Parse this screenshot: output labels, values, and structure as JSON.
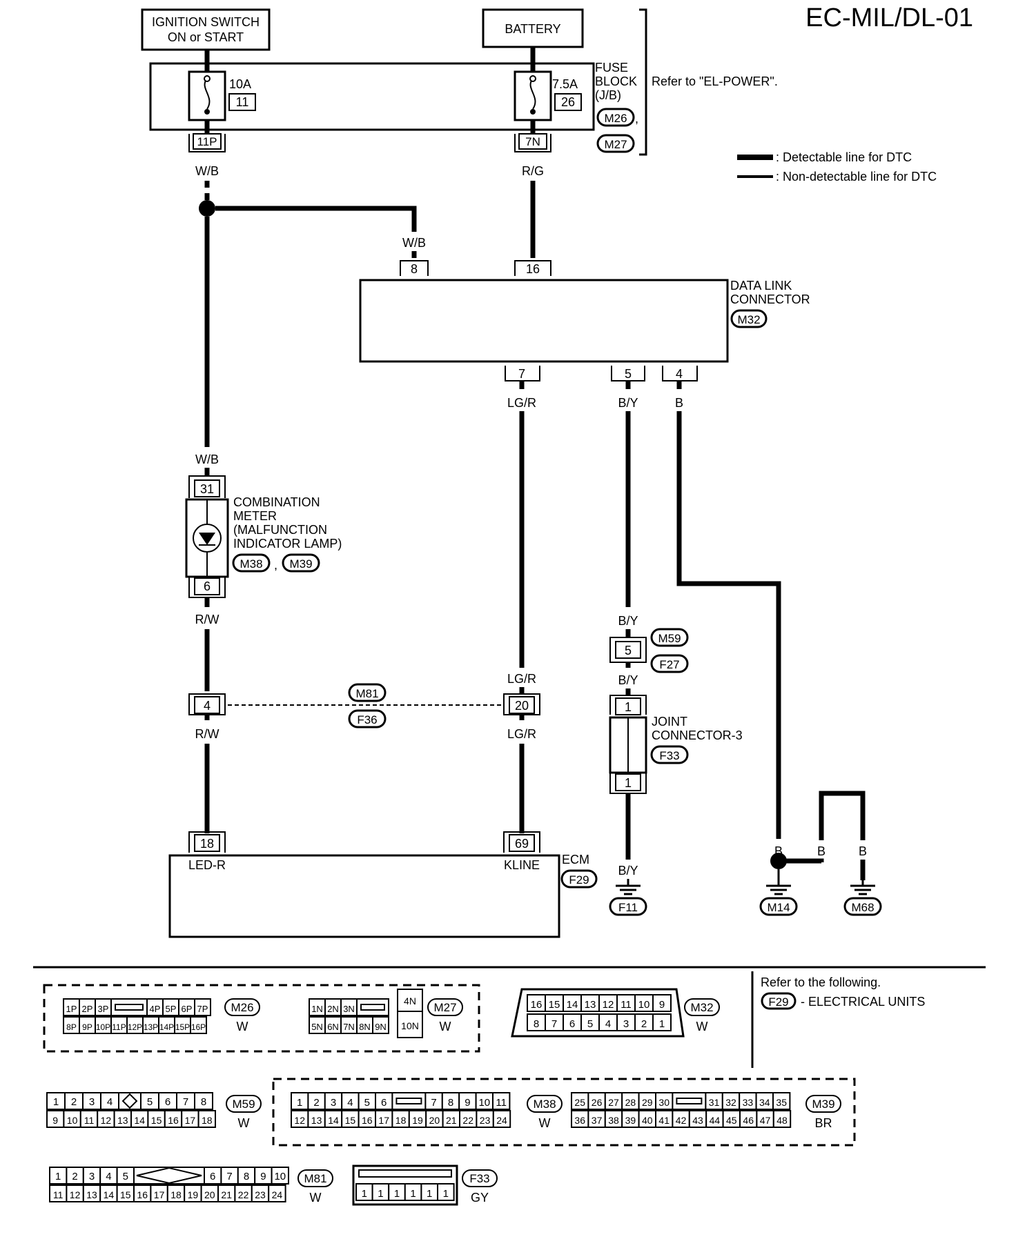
{
  "title": "EC-MIL/DL-01",
  "sources": {
    "ignition_switch": [
      "IGNITION SWITCH",
      "ON or START"
    ],
    "battery": "BATTERY"
  },
  "fuse_block": {
    "label": [
      "FUSE",
      "BLOCK",
      "(J/B)"
    ],
    "connectors": [
      "M26",
      "M27"
    ],
    "refer": "Refer to \"EL-POWER\".",
    "fuse_left": {
      "rating": "10A",
      "number": "11",
      "terminal": "11P"
    },
    "fuse_right": {
      "rating": "7.5A",
      "number": "26",
      "terminal": "7N"
    }
  },
  "legend": {
    "detectable": ": Detectable line for DTC",
    "non_detectable": ": Non-detectable line for DTC"
  },
  "wires": {
    "wb": "W/B",
    "rg": "R/G",
    "lgr": "LG/R",
    "by": "B/Y",
    "b": "B",
    "rw": "R/W"
  },
  "data_link_connector": {
    "label": [
      "DATA LINK",
      "CONNECTOR"
    ],
    "connector": "M32",
    "pins_top": [
      "8",
      "16"
    ],
    "pins_bottom": [
      "7",
      "5",
      "4"
    ]
  },
  "combination_meter": {
    "label": [
      "COMBINATION",
      "METER",
      "(MALFUNCTION",
      "INDICATOR LAMP)"
    ],
    "connectors": [
      "M38",
      "M39"
    ],
    "pins": [
      "31",
      "6"
    ]
  },
  "connector_m59_f27": {
    "pin": "5",
    "connectors": [
      "M59",
      "F27"
    ]
  },
  "joint_connector": {
    "label": [
      "JOINT",
      "CONNECTOR-3"
    ],
    "connector": "F33",
    "pins": [
      "1",
      "1"
    ]
  },
  "connector_m81_f36": {
    "pins": [
      "4",
      "20"
    ],
    "connectors": [
      "M81",
      "F36"
    ]
  },
  "ecm": {
    "label": "ECM",
    "connector": "F29",
    "pins": [
      "18",
      "69"
    ],
    "terminals": [
      "LED-R",
      "KLINE"
    ]
  },
  "grounds": [
    "F11",
    "M14",
    "M68"
  ],
  "refer_following": {
    "text": "Refer to the following.",
    "connector": "F29",
    "item": "- ELECTRICAL UNITS"
  },
  "connector_views": {
    "m26": {
      "name": "M26",
      "color": "W",
      "row1": [
        "1P",
        "2P",
        "3P",
        "",
        "4P",
        "5P",
        "6P",
        "7P"
      ],
      "row2": [
        "8P",
        "9P",
        "10P",
        "11P",
        "12P",
        "13P",
        "14P",
        "15P",
        "16P"
      ]
    },
    "m27": {
      "name": "M27",
      "color": "W",
      "row1": [
        "1N",
        "2N",
        "3N",
        ""
      ],
      "row2": [
        "5N",
        "6N",
        "7N",
        "8N",
        "9N"
      ],
      "side": [
        "4N",
        "10N"
      ]
    },
    "m32": {
      "name": "M32",
      "color": "W",
      "row1": [
        "16",
        "15",
        "14",
        "13",
        "12",
        "11",
        "10",
        "9"
      ],
      "row2": [
        "8",
        "7",
        "6",
        "5",
        "4",
        "3",
        "2",
        "1"
      ]
    },
    "m59": {
      "name": "M59",
      "color": "W",
      "row1": [
        "1",
        "2",
        "3",
        "4",
        "",
        "5",
        "6",
        "7",
        "8"
      ],
      "row2": [
        "9",
        "10",
        "11",
        "12",
        "13",
        "14",
        "15",
        "16",
        "17",
        "18"
      ]
    },
    "m38": {
      "name": "M38",
      "color": "W",
      "row1": [
        "1",
        "2",
        "3",
        "4",
        "5",
        "6",
        "",
        "7",
        "8",
        "9",
        "10",
        "11"
      ],
      "row2": [
        "12",
        "13",
        "14",
        "15",
        "16",
        "17",
        "18",
        "19",
        "20",
        "21",
        "22",
        "23",
        "24"
      ]
    },
    "m39": {
      "name": "M39",
      "color": "BR",
      "row1": [
        "25",
        "26",
        "27",
        "28",
        "29",
        "30",
        "",
        "31",
        "32",
        "33",
        "34",
        "35"
      ],
      "row2": [
        "36",
        "37",
        "38",
        "39",
        "40",
        "41",
        "42",
        "43",
        "44",
        "45",
        "46",
        "47",
        "48"
      ]
    },
    "m81": {
      "name": "M81",
      "color": "W",
      "row1": [
        "1",
        "2",
        "3",
        "4",
        "5",
        "",
        "6",
        "7",
        "8",
        "9",
        "10"
      ],
      "row2": [
        "11",
        "12",
        "13",
        "14",
        "15",
        "16",
        "17",
        "18",
        "19",
        "20",
        "21",
        "22",
        "23",
        "24"
      ]
    },
    "f33": {
      "name": "F33",
      "color": "GY",
      "row2": [
        "1",
        "1",
        "1",
        "1",
        "1",
        "1"
      ]
    }
  }
}
